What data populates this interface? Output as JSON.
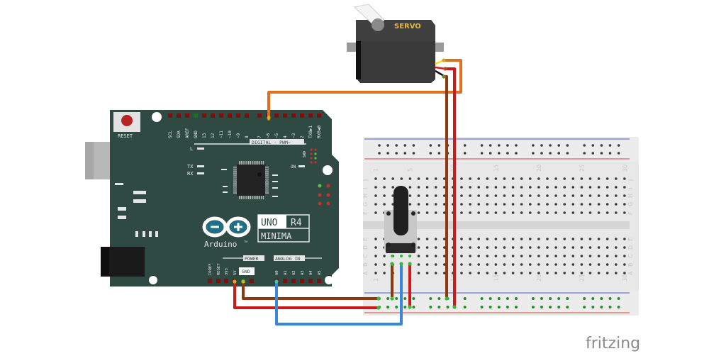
{
  "diagram": {
    "tool_watermark": "fritzing",
    "board": {
      "reset_label": "RESET",
      "model_line1_a": "UNO",
      "model_line1_b": "R4",
      "model_line2": "MINIMA",
      "brand": "Arduino",
      "tm": "TM",
      "digital_label": "DIGITAL  -  PWM~",
      "power_label": "POWER",
      "analog_label": "ANALOG IN",
      "led_l": "L",
      "led_tx": "TX",
      "led_rx": "RX",
      "led_on": "ON",
      "swd": "SWD",
      "gnd_box": "GND",
      "digital_pins": [
        "SCL",
        "SDA",
        "AREF",
        "GND",
        "13",
        "12",
        "~11",
        "~10",
        "~9",
        "8",
        "7",
        "~6",
        "~5",
        "4",
        "~3",
        "2",
        "TX0▶1",
        "RX0◀0"
      ],
      "power_pins": [
        "IOREF",
        "RESET",
        "3V3",
        "5V",
        "GND",
        "VIN"
      ],
      "analog_pins": [
        "A0",
        "A1",
        "A2",
        "A3",
        "A4",
        "A5"
      ]
    },
    "servo": {
      "label": "SERVO"
    },
    "breadboard": {
      "column_numbers": [
        "1",
        "5",
        "10",
        "15",
        "20",
        "25",
        "30"
      ],
      "row_letters_top": [
        "J",
        "I",
        "H",
        "G",
        "F"
      ],
      "row_letters_bottom": [
        "E",
        "D",
        "C",
        "B",
        "A"
      ]
    },
    "wires": [
      {
        "name": "signal",
        "from": "Arduino pin ~6",
        "to": "Servo signal",
        "color": "#e07020"
      },
      {
        "name": "servo-power",
        "from": "Servo V+",
        "to": "Breadboard + rail",
        "color": "#cc1a1a"
      },
      {
        "name": "servo-ground",
        "from": "Servo GND",
        "to": "Breadboard - rail",
        "color": "#8b3a0f"
      },
      {
        "name": "5v",
        "from": "Arduino 5V",
        "to": "Breadboard + rail",
        "color": "#cc1a1a"
      },
      {
        "name": "gnd",
        "from": "Arduino GND",
        "to": "Breadboard - rail",
        "color": "#8b3a0f"
      },
      {
        "name": "pot-wiper",
        "from": "Potentiometer wiper",
        "to": "Arduino A0",
        "color": "#3a86d8"
      },
      {
        "name": "pot-ground",
        "from": "Potentiometer left",
        "to": "Breadboard - rail",
        "color": "#8b3a0f"
      },
      {
        "name": "pot-power",
        "from": "Potentiometer right",
        "to": "Breadboard + rail",
        "color": "#cc1a1a"
      }
    ]
  }
}
